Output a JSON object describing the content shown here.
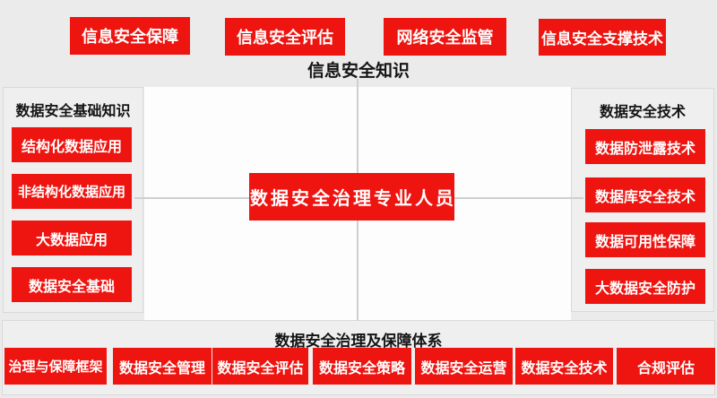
{
  "colors": {
    "box_red": "#ee1410",
    "box_text_white": "#ffffff",
    "heading_black": "#141414",
    "connector_gray": "#cfcfcf",
    "panel_gray": "#efefef",
    "center_area_white": "#fdfdfd",
    "page_background": "#ebebeb"
  },
  "top_section": {
    "label": "信息安全知识",
    "items": [
      {
        "label": "信息安全保障"
      },
      {
        "label": "信息安全评估"
      },
      {
        "label": "网络安全监管"
      },
      {
        "label": "信息安全支撑技术"
      }
    ]
  },
  "left_panel": {
    "title": "数据安全基础知识",
    "items": [
      {
        "label": "结构化数据应用"
      },
      {
        "label": "非结构化数据应用"
      },
      {
        "label": "大数据应用"
      },
      {
        "label": "数据安全基础"
      }
    ]
  },
  "right_panel": {
    "title": "数据安全技术",
    "items": [
      {
        "label": "数据防泄露技术"
      },
      {
        "label": "数据库安全技术"
      },
      {
        "label": "数据可用性保障"
      },
      {
        "label": "大数据安全防护"
      }
    ]
  },
  "center": {
    "title": "数据安全治理专业人员"
  },
  "bottom_section": {
    "title": "数据安全治理及保障体系",
    "items": [
      {
        "label": "治理与保障框架"
      },
      {
        "label": "数据安全管理"
      },
      {
        "label": "数据安全评估"
      },
      {
        "label": "数据安全策略"
      },
      {
        "label": "数据安全运营"
      },
      {
        "label": "数据安全技术"
      },
      {
        "label": "合规评估"
      }
    ]
  }
}
